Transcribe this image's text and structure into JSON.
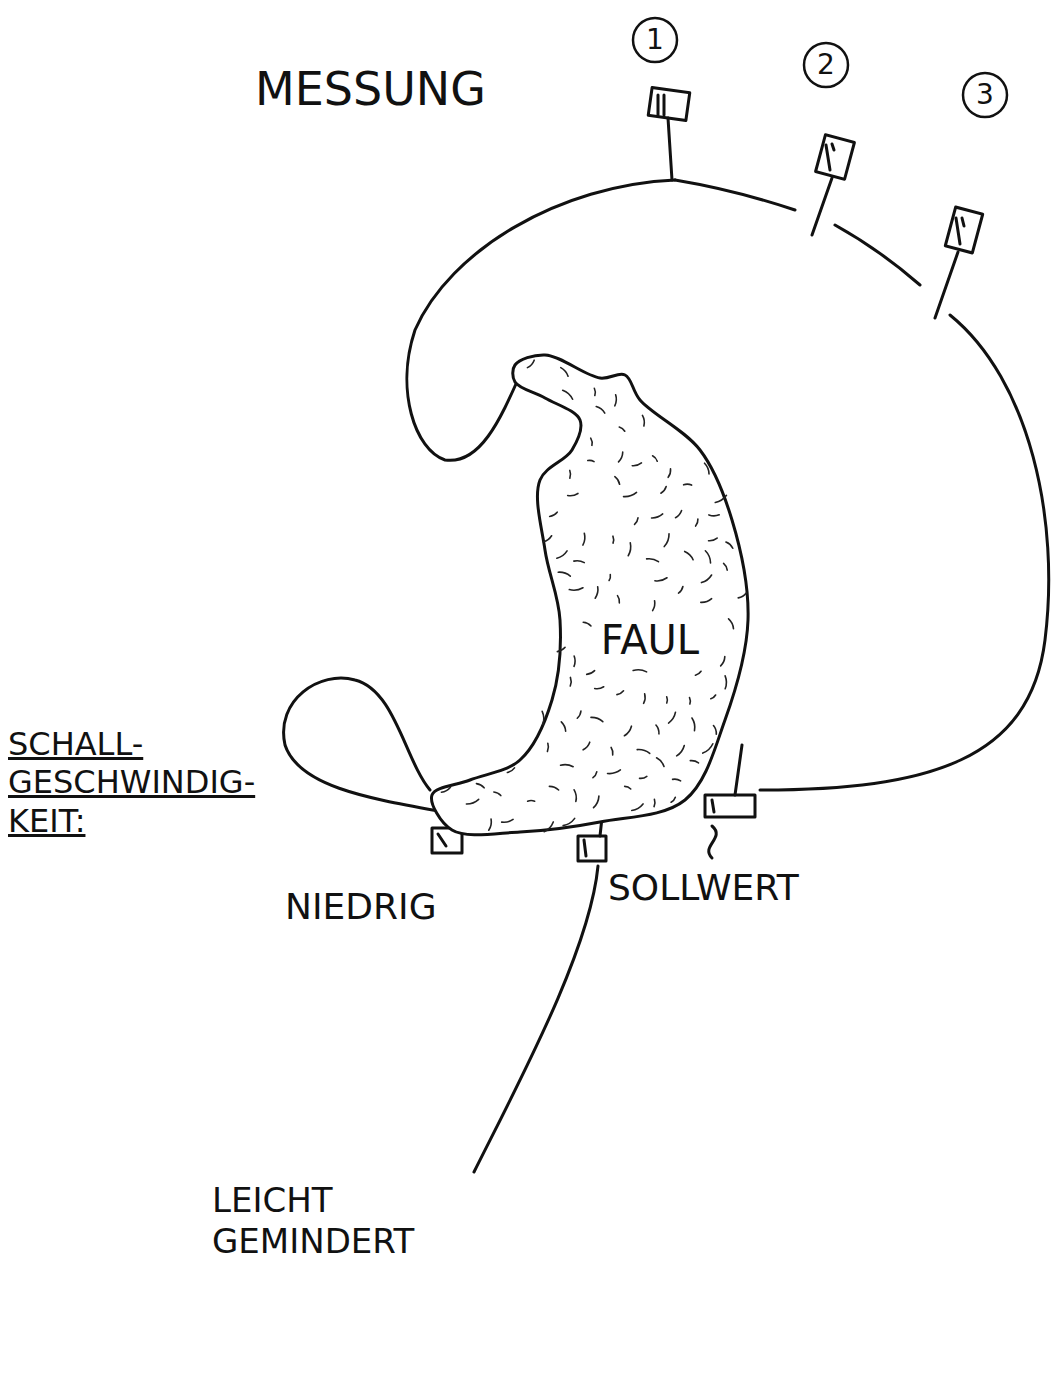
{
  "diagram": {
    "nodes": [
      {
        "text": [
          "1"
        ]
      },
      {
        "text": [
          "2"
        ]
      },
      {
        "text": [
          "3"
        ]
      },
      {
        "text": [
          "FAUL"
        ]
      }
    ],
    "labels": [
      "MESSUNG",
      "SCHALL- GESCHWINDIG- KEIT:",
      "NIEDRIG",
      "SOLLWERT",
      "LEICHT GEMINDERT"
    ]
  }
}
